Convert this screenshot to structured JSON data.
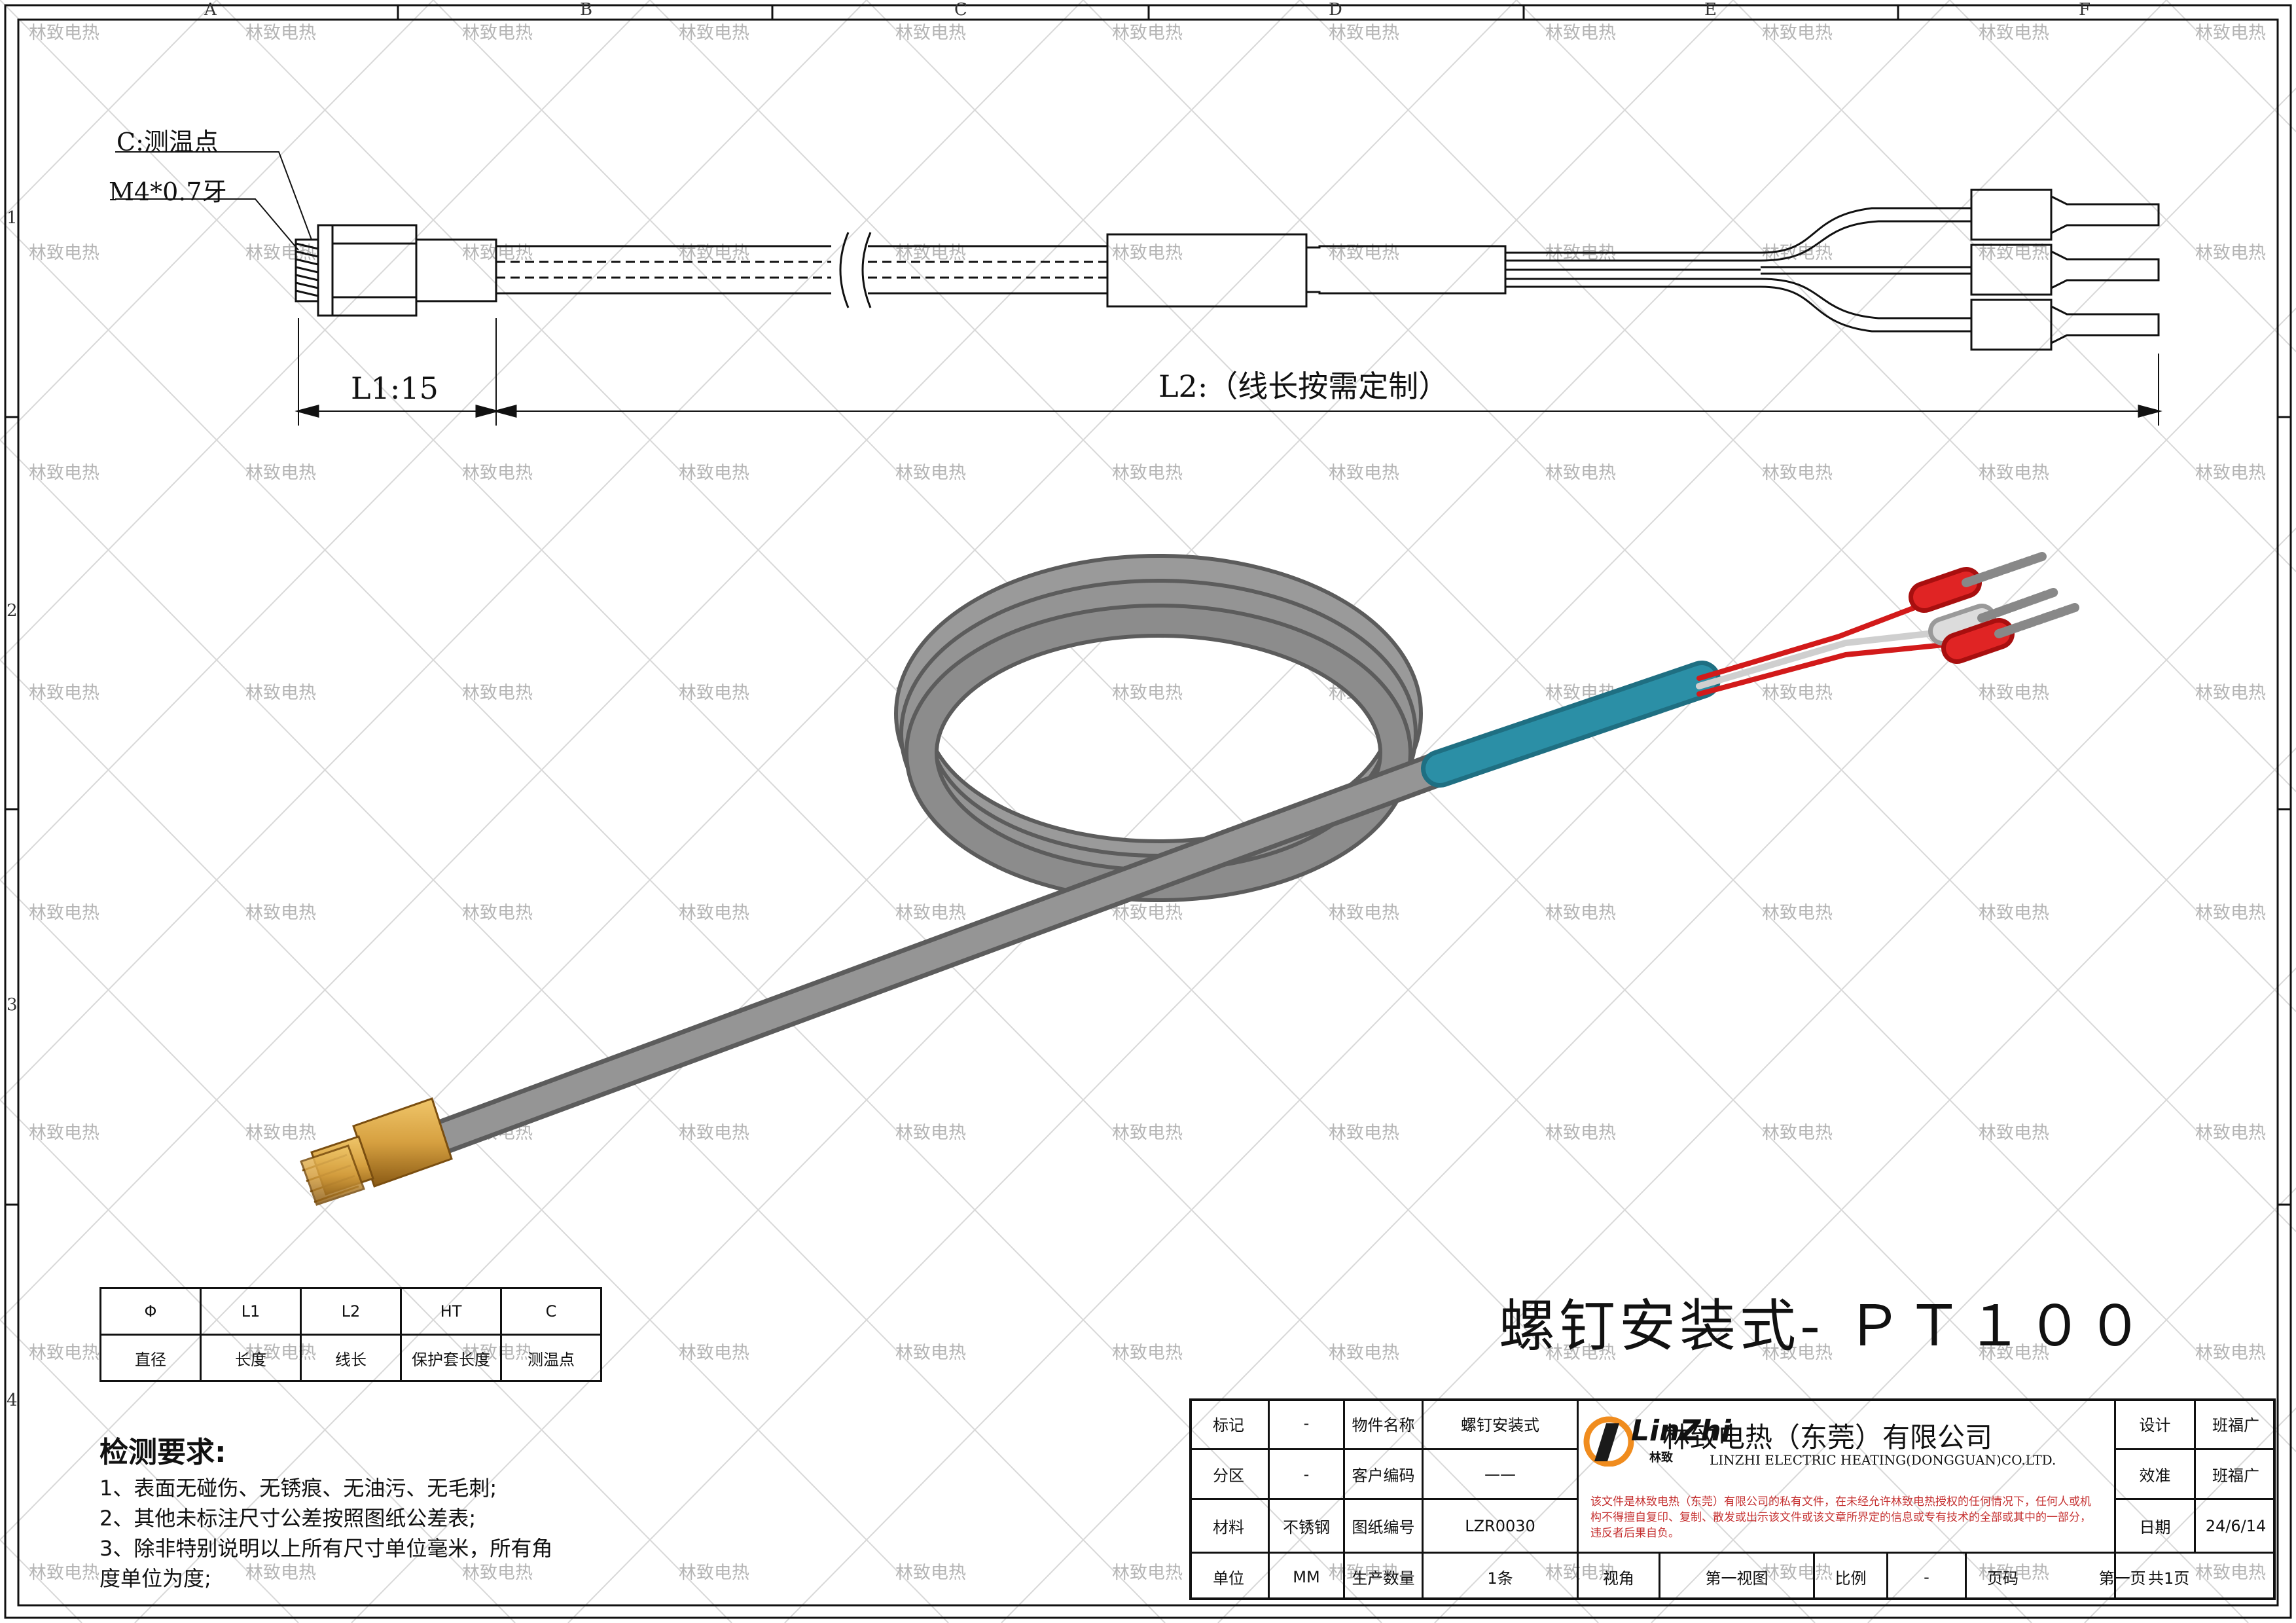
{
  "frame": {
    "columns": [
      "A",
      "B",
      "C",
      "D",
      "E",
      "F"
    ],
    "rows": [
      "1",
      "2",
      "3",
      "4"
    ]
  },
  "watermark": {
    "text": "林致电热"
  },
  "drawing": {
    "callout_temp_point": "C:测温点",
    "callout_thread": "M4*0.7牙",
    "dim_l1": "L1:15",
    "dim_l2": "L2:（线长按需定制）",
    "title": "螺钉安装式- ＰＴ１００"
  },
  "param_table": {
    "headers": [
      "Φ",
      "L1",
      "L2",
      "HT",
      "C"
    ],
    "descriptions": [
      "直径",
      "长度",
      "线长",
      "保护套长度",
      "测温点"
    ]
  },
  "notes": {
    "title": "检测要求:",
    "lines": [
      "1、表面无碰伤、无锈痕、无油污、无毛刺;",
      "2、其他未标注尺寸公差按照图纸公差表;",
      "3、除非特别说明以上所有尺寸单位毫米，所有角",
      "度单位为度;"
    ]
  },
  "title_block": {
    "mark_label": "标记",
    "mark_value": "-",
    "part_name_label": "物件名称",
    "part_name_value": "螺钉安装式",
    "zone_label": "分区",
    "zone_value": "-",
    "customer_code_label": "客户编码",
    "customer_code_value": "——",
    "material_label": "材料",
    "material_value": "不锈钢",
    "drawing_no_label": "图纸编号",
    "drawing_no_value": "LZR0030",
    "unit_label": "单位",
    "unit_value": "MM",
    "qty_label": "生产数量",
    "qty_value": "1条",
    "view_label": "视角",
    "view_value": "第一视图",
    "scale_label": "比例",
    "scale_value": "-",
    "page_label": "页码",
    "page_value": "第一页",
    "total_pages": "共1页",
    "design_label": "设计",
    "design_value": "班福广",
    "check_label": "效准",
    "check_value": "班福广",
    "date_label": "日期",
    "date_value": "24/6/14",
    "logo_text": "LinZhi",
    "logo_sub": "林致",
    "company_cn": "林致电热（东莞）有限公司",
    "company_en": "LINZHI ELECTRIC HEATING(DONGGUAN)CO.LTD.",
    "disclaimer": "该文件是林致电热（东莞）有限公司的私有文件，在未经允许林致电热授权的任何情况下，任何人或机构不得擅自复印、复制、散发或出示该文件或该文章所界定的信息或专有技术的全部或其中的一部分，违反者后果自负。"
  },
  "colors": {
    "cable": "#8c8c8c",
    "sleeve": "#2b8fa6",
    "brass": "#d6a040",
    "terminal_red": "#d21a1a",
    "disclaimer": "#c53030"
  }
}
